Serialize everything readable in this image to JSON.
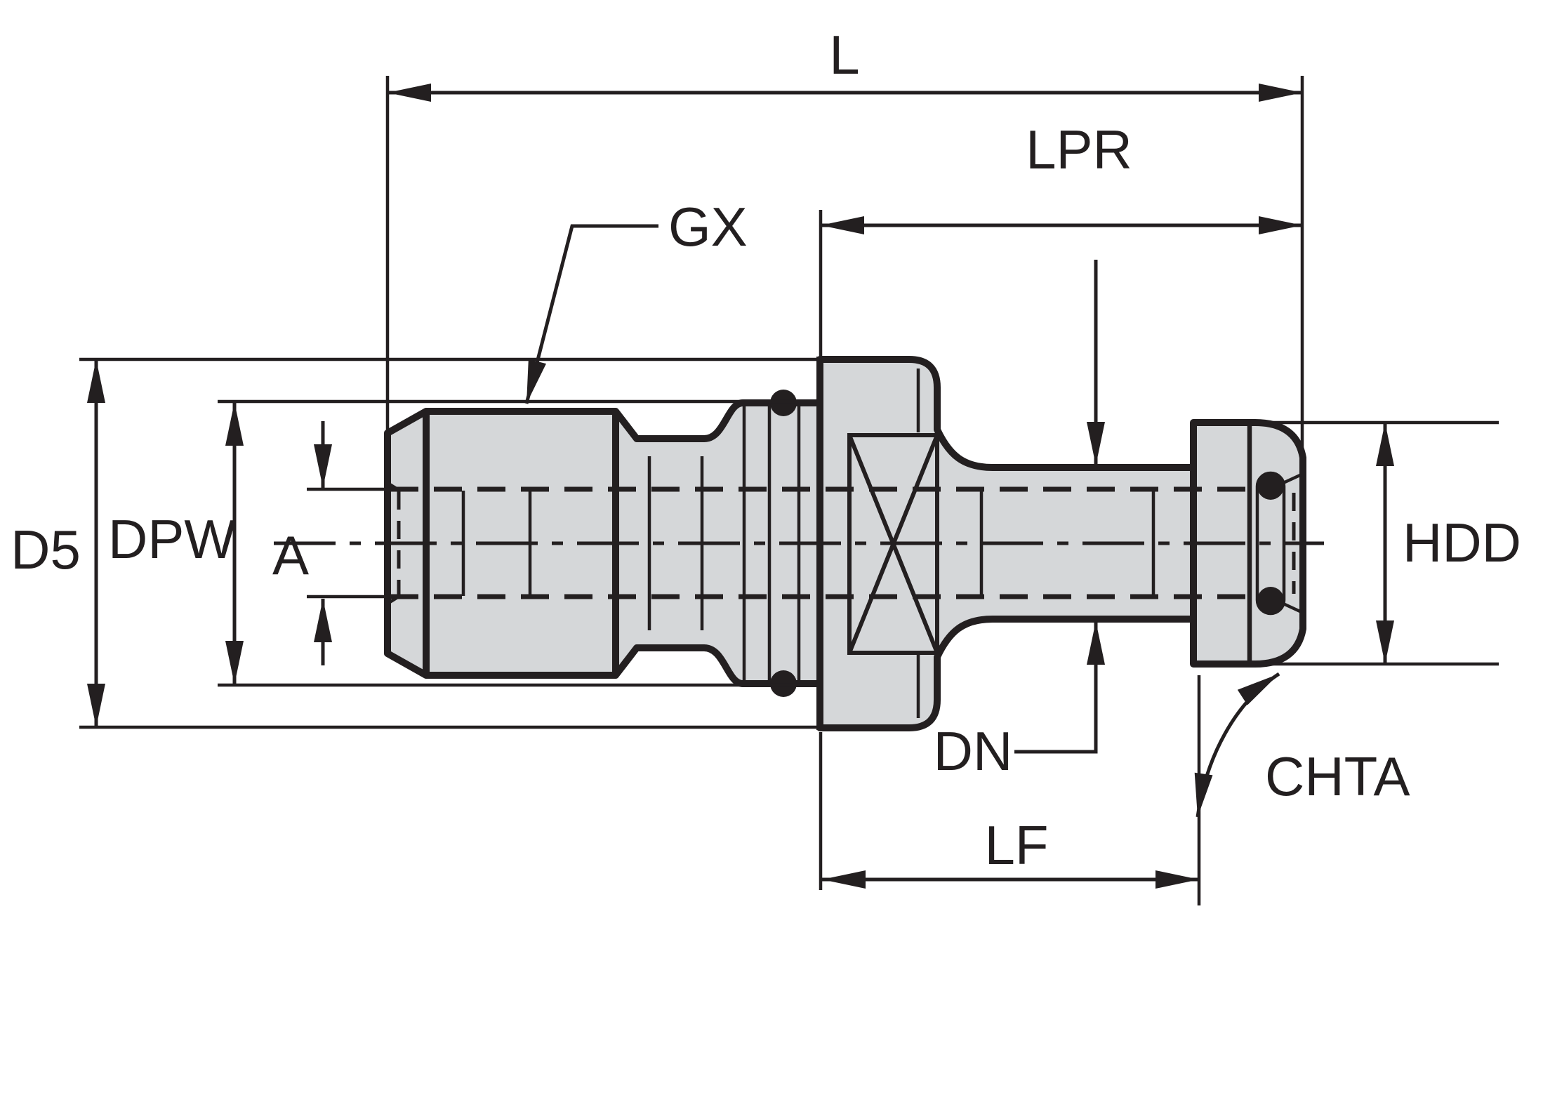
{
  "drawing": {
    "title": "Pull stud / retention knob dimensional drawing",
    "labels": {
      "overall_length": "L",
      "protrusion_length": "LPR",
      "thread_callout": "GX",
      "flange_diameter": "D5",
      "thread_diameter": "DPW",
      "pilot_diameter": "A",
      "head_diameter": "HDD",
      "neck_diameter": "DN",
      "chamfer_angle": "CHTA",
      "flange_length": "LF"
    },
    "colors": {
      "part_fill": "#d5d7d9",
      "line": "#231f20",
      "background": "#ffffff"
    }
  }
}
